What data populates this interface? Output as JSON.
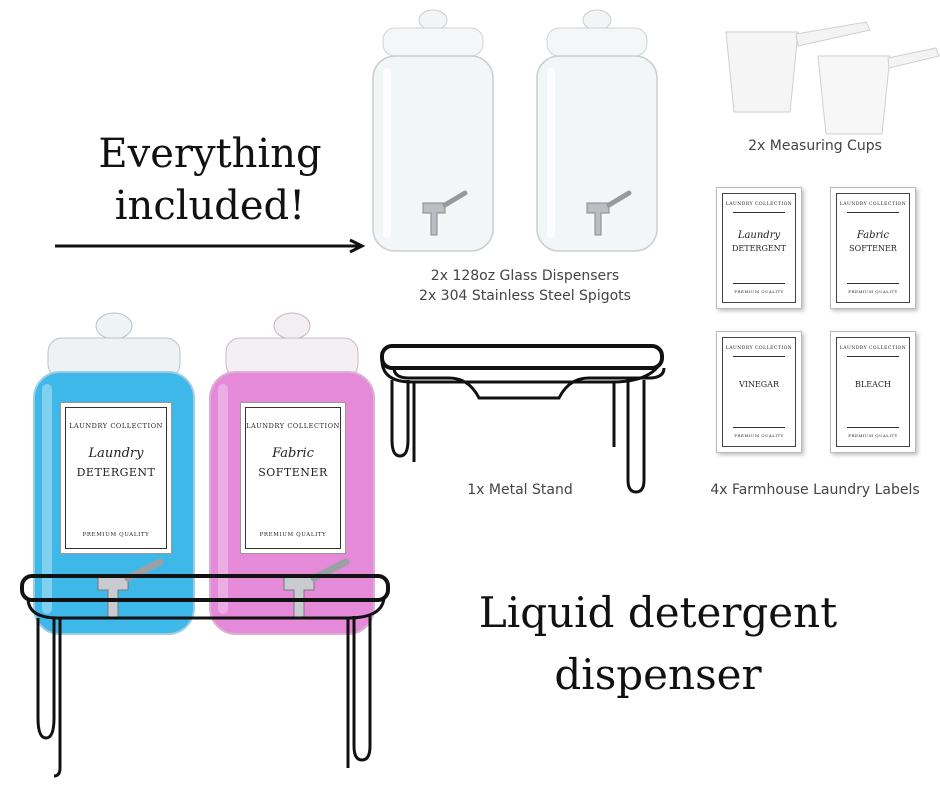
{
  "headline_top": {
    "line1": "Everything",
    "line2": "included!"
  },
  "headline_bottom": {
    "line1": "Liquid detergent",
    "line2": "dispenser"
  },
  "captions": {
    "dispensers_1": "2x 128oz Glass Dispensers",
    "dispensers_2": "2x 304 Stainless Steel Spigots",
    "cups": "2x Measuring Cups",
    "stand": "1x Metal Stand",
    "labels": "4x Farmhouse Laundry Labels"
  },
  "label_cards": [
    {
      "top": "LAUNDRY COLLECTION",
      "script": "Laundry",
      "main": "DETERGENT",
      "bottom": "PREMIUM QUALITY"
    },
    {
      "top": "LAUNDRY COLLECTION",
      "script": "Fabric",
      "main": "SOFTENER",
      "bottom": "PREMIUM QUALITY"
    },
    {
      "top": "LAUNDRY COLLECTION",
      "script": "",
      "main": "VINEGAR",
      "bottom": "PREMIUM QUALITY"
    },
    {
      "top": "LAUNDRY COLLECTION",
      "script": "",
      "main": "BLEACH",
      "bottom": "PREMIUM QUALITY"
    }
  ],
  "jar_labels": [
    {
      "top": "LAUNDRY COLLECTION",
      "script": "Laundry",
      "main": "DETERGENT",
      "bottom": "PREMIUM QUALITY"
    },
    {
      "top": "LAUNDRY COLLECTION",
      "script": "Fabric",
      "main": "SOFTENER",
      "bottom": "PREMIUM QUALITY"
    }
  ],
  "colors": {
    "blue_liquid": "#3db8e8",
    "pink_liquid": "#e48ad8",
    "stand": "#111111",
    "glass": "#e6ecef"
  }
}
